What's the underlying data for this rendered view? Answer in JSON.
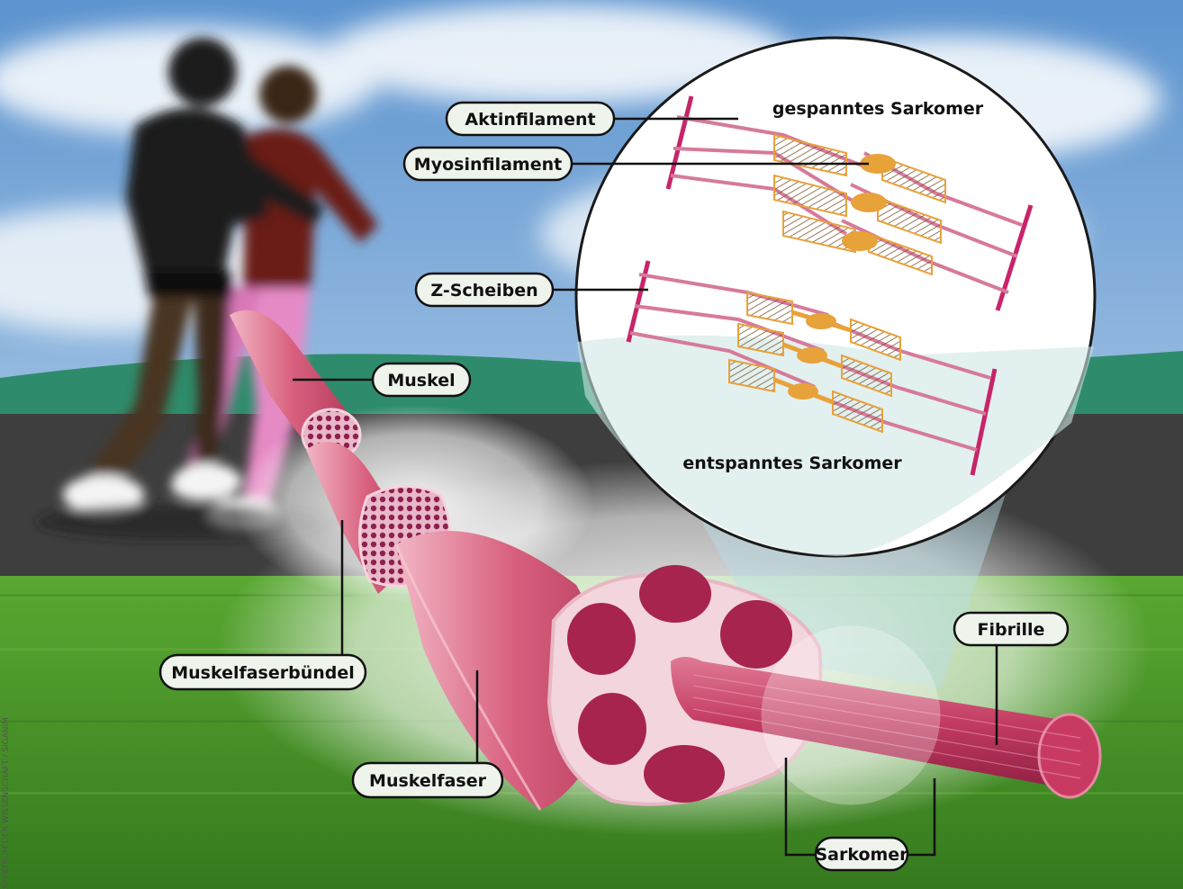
{
  "labels": {
    "aktinfilament": "Aktinfilament",
    "myosinfilament": "Myosinfilament",
    "z_scheiben": "Z-Scheiben",
    "muskel": "Muskel",
    "muskelfaserbuendel": "Muskelfaserbündel",
    "muskelfaser": "Muskelfaser",
    "fibrille": "Fibrille",
    "sarkomer": "Sarkomer"
  },
  "captions": {
    "tensed": "gespanntes Sarkomer",
    "relaxed": "entspanntes Sarkomer"
  },
  "credit": "SPEKTRUM DER WISSENSCHAFT / SIGANIM",
  "colors": {
    "sky": "#6fa3d6",
    "hills": "#2e8c6c",
    "road": "#3e3e3e",
    "grass": "#4a9a2a",
    "muscle": "#d86a86",
    "muscle_dark": "#a0284e",
    "actin": "#d67a9a",
    "myosin": "#e8a23a",
    "zdisc": "#c8246a",
    "pill_fill": "#eef3ec"
  }
}
